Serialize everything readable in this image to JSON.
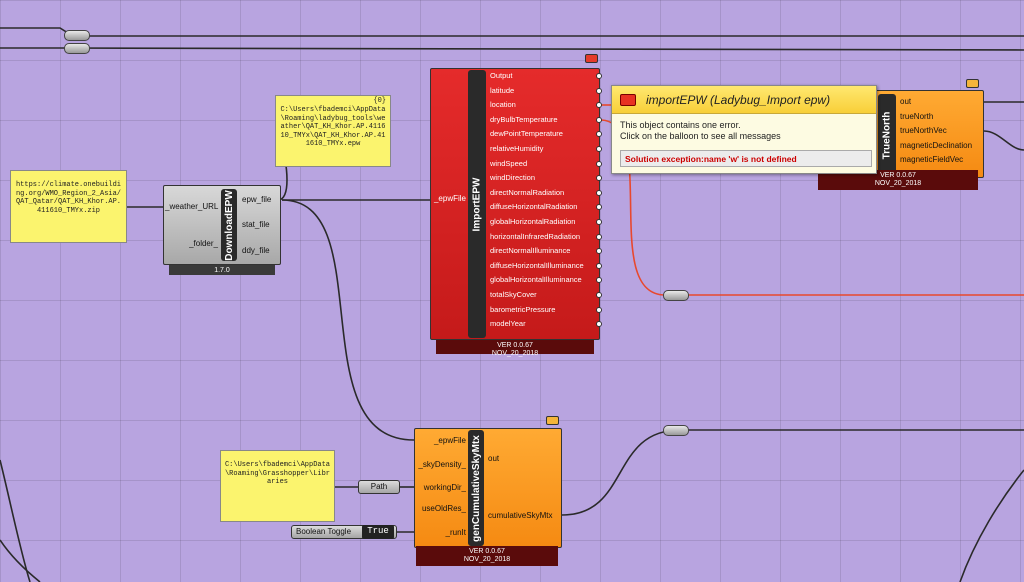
{
  "panels": {
    "url": "https://climate.onebuilding.org/WMO_Region_2_Asia/QAT_Qatar/QAT_KH_Khor.AP.411610_TMYx.zip",
    "epw_path": {
      "index": "{0}",
      "text": "C:\\Users\\fbademci\\AppData\\Roaming\\ladybug_tools\\weather\\QAT_KH_Khor.AP.411610_TMYx\\QAT_KH_Khor.AP.411610_TMYx.epw"
    },
    "lib_path": "C:\\Users\\fbademci\\AppData\\Roaming\\Grasshopper\\Libraries"
  },
  "download": {
    "title": "DownloadEPW",
    "inputs": [
      "_weather_URL",
      "_folder_"
    ],
    "outputs": [
      "epw_file",
      "stat_file",
      "ddy_file"
    ],
    "version": "1.7.0"
  },
  "import": {
    "title": "ImportEPW",
    "input": "_epwFile",
    "outputs": [
      "Output",
      "latitude",
      "location",
      "dryBulbTemperature",
      "dewPointTemperature",
      "relativeHumidity",
      "windSpeed",
      "windDirection",
      "directNormalRadiation",
      "diffuseHorizontalRadiation",
      "globalHorizontalRadiation",
      "horizontalInfraredRadiation",
      "directNormalIlluminance",
      "diffuseHorizontalIlluminance",
      "globalHorizontalIlluminance",
      "totalSkyCover",
      "barometricPressure",
      "modelYear"
    ],
    "version": "VER 0.0.67",
    "date": "NOV_20_2018"
  },
  "truenorth": {
    "title": "TrueNorth",
    "outputs": [
      "out",
      "trueNorth",
      "trueNorthVec",
      "magneticDeclination",
      "magneticFieldVec"
    ],
    "version": "VER 0.0.67",
    "date": "NOV_20_2018"
  },
  "error": {
    "title": "importEPW (Ladybug_Import epw)",
    "line1": "This object contains one error.",
    "line2": "Click on the balloon to see all messages",
    "message": "Solution exception:name 'w' is not defined"
  },
  "gencum": {
    "title": "genCumulativeSkyMtx",
    "inputs": [
      "_epwFile",
      "_skyDensity_",
      "workingDir_",
      "useOldRes_",
      "_runIt"
    ],
    "outputs": [
      "out",
      "cumulativeSkyMtx"
    ],
    "version": "VER 0.0.67",
    "date": "NOV_20_2018"
  },
  "path_param": "Path",
  "toggle": {
    "label": "Boolean Toggle",
    "value": "True"
  },
  "colors": {
    "canvas": "#b8a4e0",
    "wire": "#2a2a2a",
    "error_wire": "#e8482e"
  }
}
